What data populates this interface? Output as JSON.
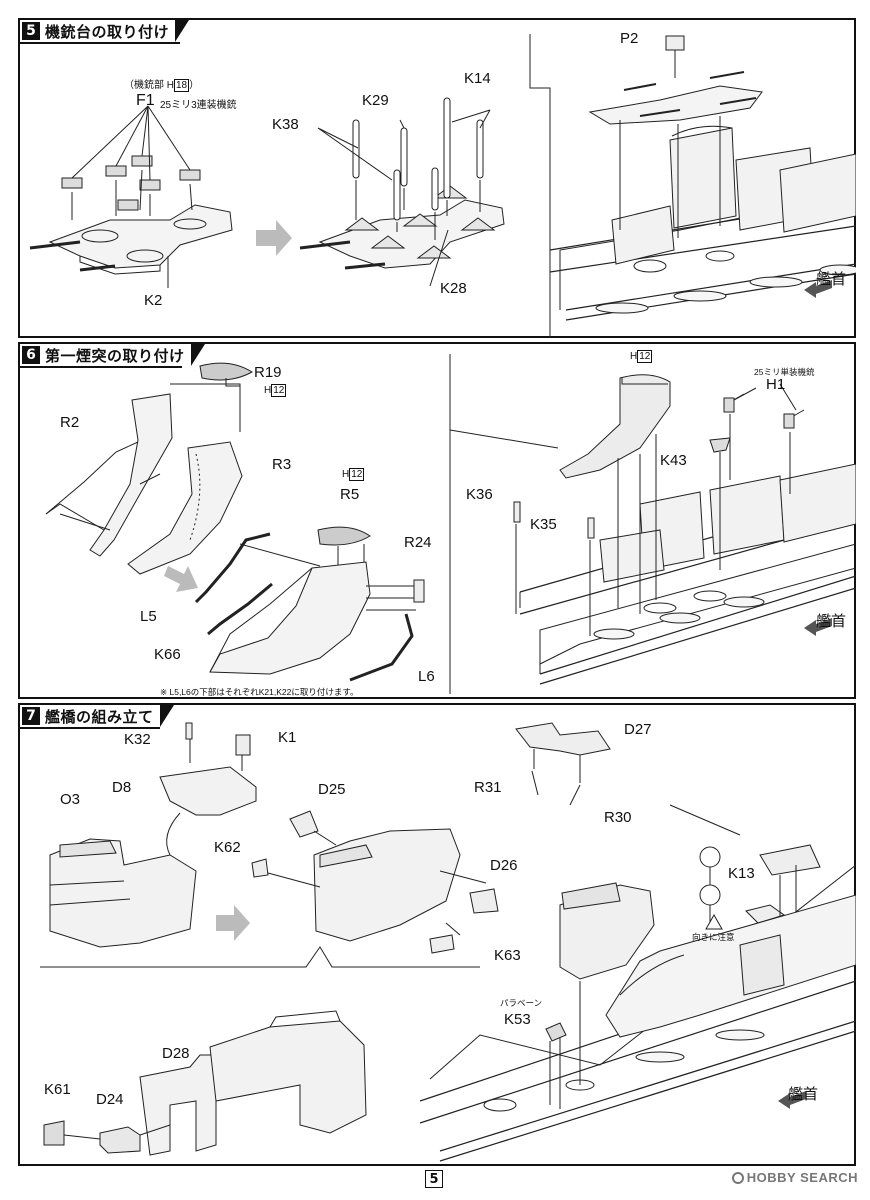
{
  "steps": [
    {
      "number": "5",
      "title": "機銃台の取り付け",
      "labels": {
        "section_note": "（機銃部 H",
        "section_note_box": "18",
        "section_note_end": "）",
        "f1": "F1",
        "f1_desc": "25ミリ3連装機銃",
        "k2": "K2",
        "k38": "K38",
        "k29": "K29",
        "k14": "K14",
        "k28": "K28",
        "p2": "P2",
        "bow": "艦首"
      }
    },
    {
      "number": "6",
      "title": "第一煙突の取り付け",
      "labels": {
        "r19": "R19",
        "h12_a": "H",
        "h12_a_box": "12",
        "r2": "R2",
        "r3": "R3",
        "h12_b": "H",
        "h12_b_box": "12",
        "r5": "R5",
        "r24": "R24",
        "l5": "L5",
        "k66": "K66",
        "l6": "L6",
        "note": "※ L5,L6の下部はそれぞれK21,K22に取り付けます。",
        "h12_c": "H",
        "h12_c_box": "12",
        "h1_desc": "25ミリ単装機銃",
        "h1": "H1",
        "k43": "K43",
        "k36": "K36",
        "k35": "K35",
        "bow": "艦首"
      }
    },
    {
      "number": "7",
      "title": "艦橋の組み立て",
      "labels": {
        "k32": "K32",
        "k1": "K1",
        "d8": "D8",
        "o3": "O3",
        "d25": "D25",
        "k62": "K62",
        "d26": "D26",
        "k63": "K63",
        "d27": "D27",
        "r31": "R31",
        "r30": "R30",
        "k13": "K13",
        "caution": "向きに注意",
        "paravane": "パラベーン",
        "k53": "K53",
        "d28": "D28",
        "k61": "K61",
        "d24": "D24",
        "bow": "艦首"
      }
    }
  ],
  "footer": {
    "page_number": "5",
    "watermark": "HOBBY SEARCH"
  }
}
